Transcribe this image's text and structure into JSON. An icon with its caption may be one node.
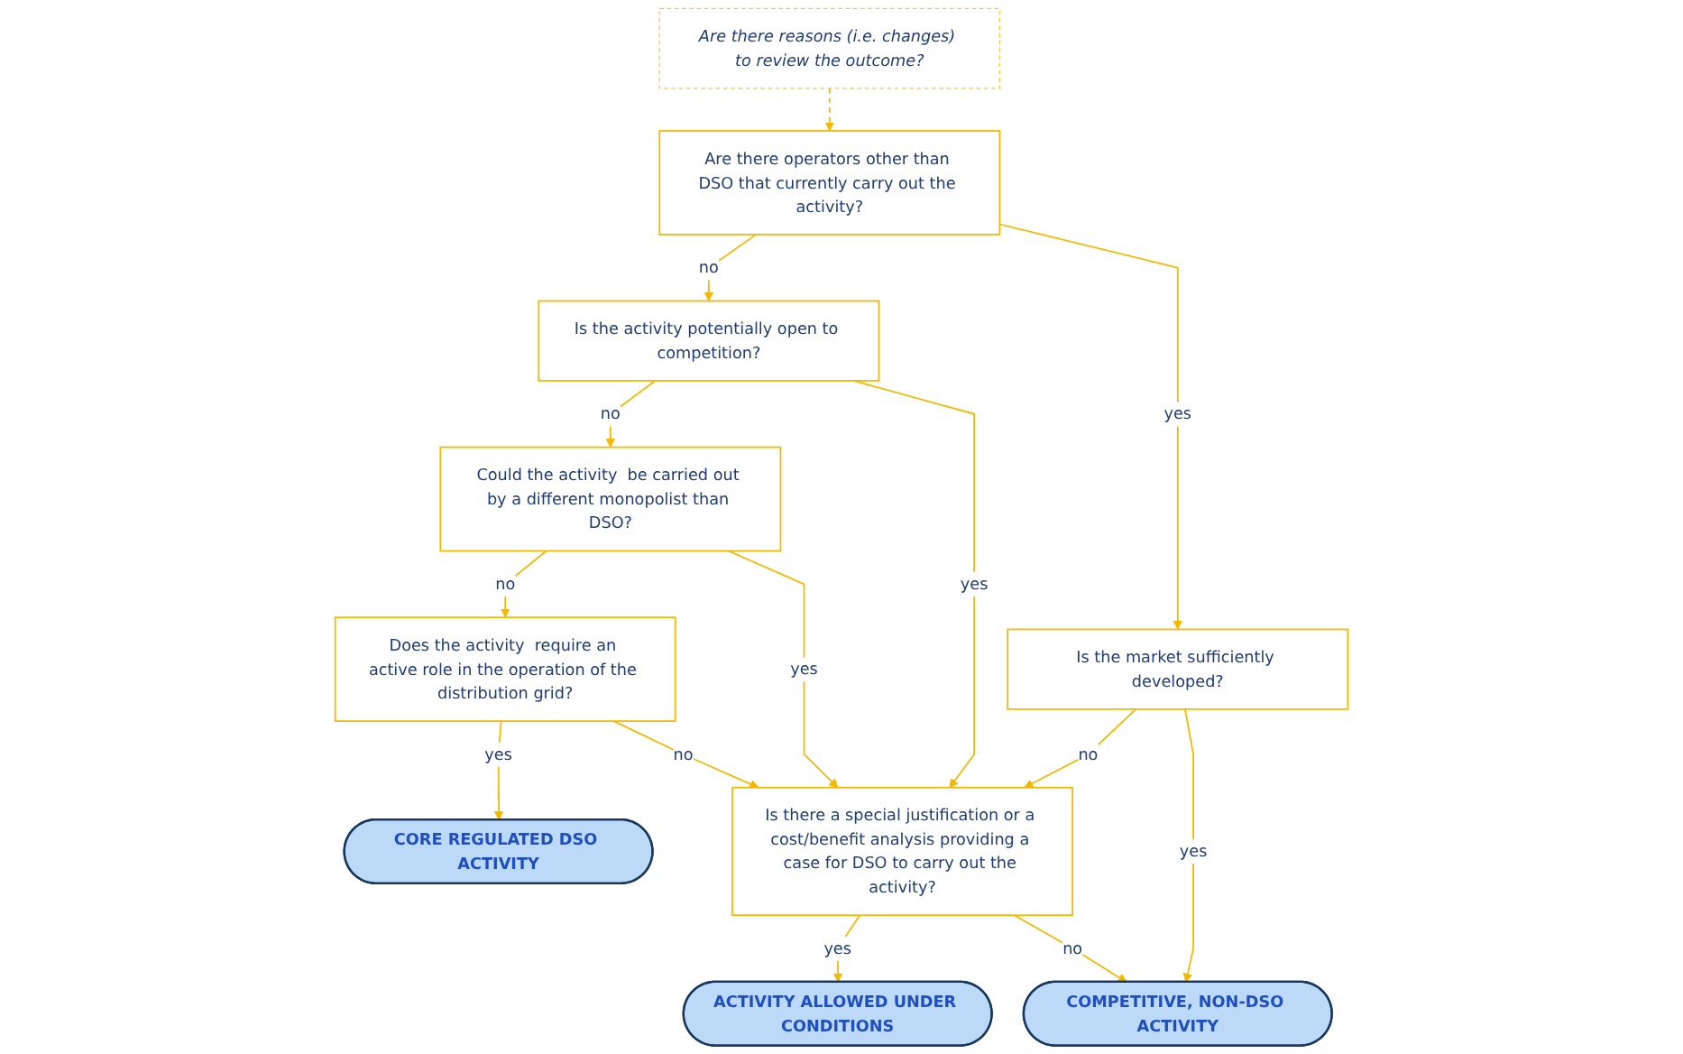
{
  "diagram": {
    "nodes": [
      {
        "text": [
          "Are there operators other than DSO that currently carry out the activity?"
        ]
      },
      {
        "text": [
          "Is the activity potentially open to competition?"
        ]
      },
      {
        "text": [
          "Could the activity  be carried out by a different monopolist than DSO?"
        ]
      },
      {
        "text": [
          "Does the activity  require an active role in the operation of the distribution grid?"
        ]
      },
      {
        "text": [
          "Is the market sufficiently developed?"
        ]
      },
      {
        "text": [
          "Is there a special justification or a cost/benefit analysis providing a case for DSO to carry out the activity?"
        ]
      },
      {
        "text": [
          "CORE REGULATED DSO ACTIVITY"
        ]
      },
      {
        "text": [
          "ACTIVITY ALLOWED UNDER CONDITIONS"
        ]
      },
      {
        "text": [
          "COMPETITIVE, NON-DSO ACTIVITY"
        ]
      },
      {
        "text": [
          "Are there reasons (i.e. changes) to review the outcome?"
        ]
      }
    ],
    "edges": [
      {
        "from": 0,
        "to": 1,
        "arrow": "to",
        "label": "no"
      },
      {
        "from": 0,
        "to": 4,
        "arrow": "to",
        "label": "yes"
      },
      {
        "from": 1,
        "to": 2,
        "arrow": "to",
        "label": "no"
      },
      {
        "from": 1,
        "to": 5,
        "arrow": "to",
        "label": "yes"
      },
      {
        "from": 2,
        "to": 3,
        "arrow": "to",
        "label": "no"
      },
      {
        "from": 2,
        "to": 5,
        "arrow": "to",
        "label": "yes"
      },
      {
        "from": 3,
        "to": 6,
        "arrow": "to",
        "label": "yes"
      },
      {
        "from": 3,
        "to": 5,
        "arrow": "to",
        "label": "no"
      },
      {
        "from": 4,
        "to": 5,
        "arrow": "to",
        "label": "no"
      },
      {
        "from": 4,
        "to": 8,
        "arrow": "to",
        "label": "yes"
      },
      {
        "from": 5,
        "to": 7,
        "arrow": "to",
        "label": "yes"
      },
      {
        "from": 5,
        "to": 8,
        "arrow": "to",
        "label": "no"
      },
      {
        "from": 9,
        "to": 0,
        "arrow": "to",
        "style": "dashed"
      }
    ]
  }
}
